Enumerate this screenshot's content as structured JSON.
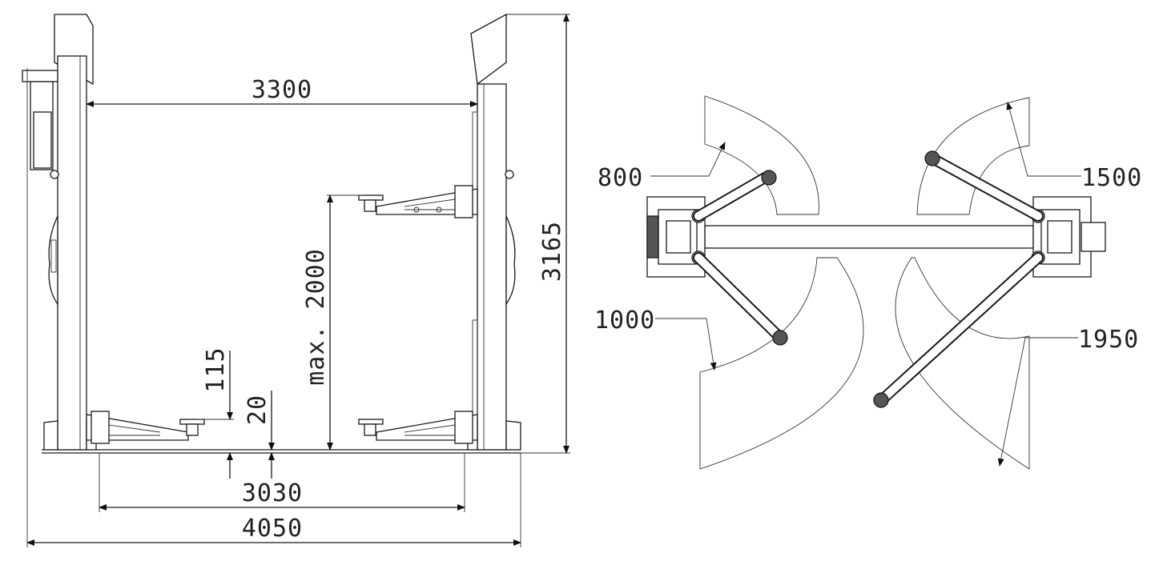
{
  "front_view": {
    "dim_column_width": "3300",
    "dim_height": "3165",
    "dim_lift_height": "max. 2000",
    "dim_pad_height": "115",
    "dim_min_height": "20",
    "dim_inner_base": "3030",
    "dim_overall_width": "4050"
  },
  "top_view": {
    "dim_short_arm_inner": "800",
    "dim_short_arm_outer": "1000",
    "dim_long_arm_inner": "1500",
    "dim_long_arm_outer": "1950"
  }
}
